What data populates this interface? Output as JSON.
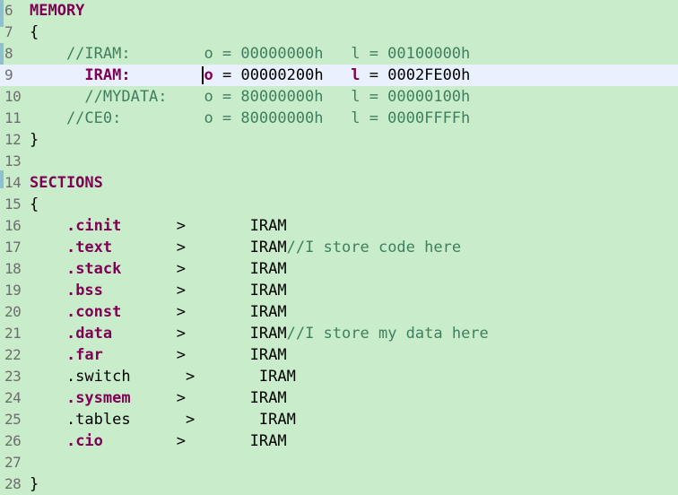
{
  "editor": {
    "lines": [
      {
        "num": "6",
        "segments": [
          {
            "t": "MEMORY",
            "c": "kw"
          }
        ]
      },
      {
        "num": "7",
        "segments": [
          {
            "t": "{",
            "c": "plain"
          }
        ]
      },
      {
        "num": "8",
        "segments": [
          {
            "t": "    //IRAM:        o = 00000000h   l = 00100000h",
            "c": "cm"
          }
        ]
      },
      {
        "num": "9",
        "segments": [
          {
            "t": "      ",
            "c": "plain"
          },
          {
            "t": "IRAM:",
            "c": "kw"
          },
          {
            "t": "        ",
            "c": "plain"
          },
          {
            "t": "o",
            "c": "kw"
          },
          {
            "t": " = 00000200h   ",
            "c": "plain"
          },
          {
            "t": "l",
            "c": "kw"
          },
          {
            "t": " = 0002FE00h",
            "c": "plain"
          }
        ]
      },
      {
        "num": "10",
        "segments": [
          {
            "t": "      //MYDATA:    o = 80000000h   l = 00000100h",
            "c": "cm"
          }
        ]
      },
      {
        "num": "11",
        "segments": [
          {
            "t": "    //CE0:         o = 80000000h   l = 0000FFFFh",
            "c": "cm"
          }
        ]
      },
      {
        "num": "12",
        "segments": [
          {
            "t": "}",
            "c": "plain"
          }
        ]
      },
      {
        "num": "13",
        "segments": []
      },
      {
        "num": "14",
        "segments": [
          {
            "t": "SECTIONS",
            "c": "kw"
          }
        ]
      },
      {
        "num": "15",
        "segments": [
          {
            "t": "{",
            "c": "plain"
          }
        ]
      },
      {
        "num": "16",
        "segments": [
          {
            "t": "    ",
            "c": "plain"
          },
          {
            "t": ".cinit",
            "c": "sec-bold"
          },
          {
            "t": "      >       IRAM",
            "c": "plain"
          }
        ]
      },
      {
        "num": "17",
        "segments": [
          {
            "t": "    ",
            "c": "plain"
          },
          {
            "t": ".text",
            "c": "sec-bold"
          },
          {
            "t": "       >       IRAM",
            "c": "plain"
          },
          {
            "t": "//I store code here",
            "c": "cm"
          }
        ]
      },
      {
        "num": "18",
        "segments": [
          {
            "t": "    ",
            "c": "plain"
          },
          {
            "t": ".stack",
            "c": "sec-bold"
          },
          {
            "t": "      >       IRAM",
            "c": "plain"
          }
        ]
      },
      {
        "num": "19",
        "segments": [
          {
            "t": "    ",
            "c": "plain"
          },
          {
            "t": ".bss",
            "c": "sec-bold"
          },
          {
            "t": "        >       IRAM",
            "c": "plain"
          }
        ]
      },
      {
        "num": "20",
        "segments": [
          {
            "t": "    ",
            "c": "plain"
          },
          {
            "t": ".const",
            "c": "sec-bold"
          },
          {
            "t": "      >       IRAM",
            "c": "plain"
          }
        ]
      },
      {
        "num": "21",
        "segments": [
          {
            "t": "    ",
            "c": "plain"
          },
          {
            "t": ".data",
            "c": "sec-bold"
          },
          {
            "t": "       >       IRAM",
            "c": "plain"
          },
          {
            "t": "//I store my data here",
            "c": "cm"
          }
        ]
      },
      {
        "num": "22",
        "segments": [
          {
            "t": "    ",
            "c": "plain"
          },
          {
            "t": ".far",
            "c": "sec-bold"
          },
          {
            "t": "        >       IRAM",
            "c": "plain"
          }
        ]
      },
      {
        "num": "23",
        "segments": [
          {
            "t": "    .switch      >       IRAM",
            "c": "plain"
          }
        ]
      },
      {
        "num": "24",
        "segments": [
          {
            "t": "    ",
            "c": "plain"
          },
          {
            "t": ".sysmem",
            "c": "sec-bold"
          },
          {
            "t": "     >       IRAM",
            "c": "plain"
          }
        ]
      },
      {
        "num": "25",
        "segments": [
          {
            "t": "    .tables      >       IRAM",
            "c": "plain"
          }
        ]
      },
      {
        "num": "26",
        "segments": [
          {
            "t": "    ",
            "c": "plain"
          },
          {
            "t": ".cio",
            "c": "sec-bold"
          },
          {
            "t": "        >       IRAM",
            "c": "plain"
          }
        ]
      },
      {
        "num": "27",
        "segments": []
      },
      {
        "num": "28",
        "segments": [
          {
            "t": "}",
            "c": "plain"
          }
        ]
      }
    ],
    "current_line_index": 3
  }
}
